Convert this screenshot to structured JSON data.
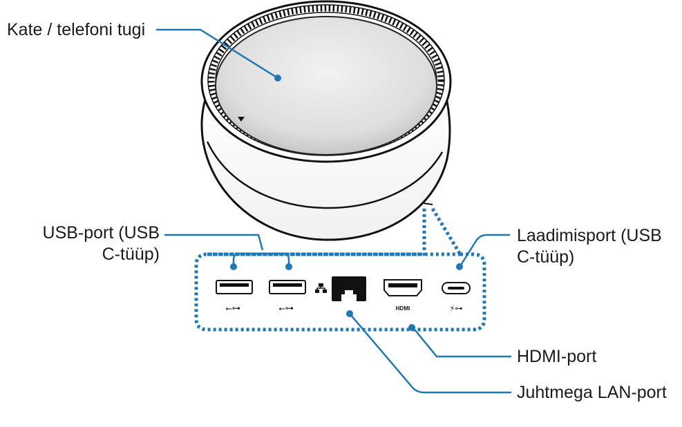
{
  "callouts": {
    "cover": "Kate / telefoni tugi",
    "usb": {
      "line1": "USB-port (USB",
      "line2": "C-tüüp)"
    },
    "charging": {
      "line1": "Laadimisport (USB",
      "line2": "C-tüüp)"
    },
    "hdmi": "HDMI-port",
    "lan": "Juhtmega LAN-port"
  },
  "port_marks": {
    "hdmi_logo": "HDMI"
  },
  "icons": [
    "usb-icon",
    "usb-icon",
    "network-icon",
    "hdmi-logo-icon",
    "usb-c-icon"
  ],
  "colors": {
    "leader": "#1f77b4",
    "outline": "#111111",
    "dotted_frame": "#1f77b4"
  }
}
